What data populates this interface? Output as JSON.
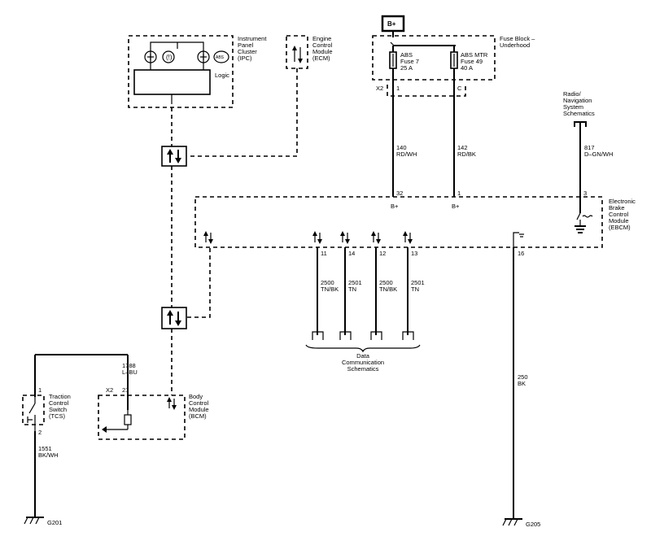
{
  "modules": {
    "ipc": {
      "lines": [
        "Instrument",
        "Panel",
        "Cluster",
        "(IPC)"
      ],
      "logic": "Logic",
      "abs_icon": "ABS"
    },
    "ecm": {
      "lines": [
        "Engine",
        "Control",
        "Module",
        "(ECM)"
      ]
    },
    "fuse_block": {
      "lines": [
        "Fuse Block –",
        "Underhood"
      ],
      "bplus": "B+"
    },
    "fuse7": {
      "lines": [
        "ABS",
        "Fuse 7",
        "25 A"
      ]
    },
    "fuse49": {
      "lines": [
        "ABS MTR",
        "Fuse 49",
        "40 A"
      ]
    },
    "radio": {
      "lines": [
        "Radio/",
        "Navigation",
        "System",
        "Schematics"
      ]
    },
    "ebcm": {
      "lines": [
        "Electronic",
        "Brake",
        "Control",
        "Module",
        "(EBCM)"
      ]
    },
    "bcm": {
      "lines": [
        "Body",
        "Control",
        "Module",
        "(BCM)"
      ]
    },
    "tcs": {
      "lines": [
        "Traction",
        "Control",
        "Switch",
        "(TCS)"
      ]
    },
    "data_comm": {
      "lines": [
        "Data",
        "Communication",
        "Schematics"
      ]
    }
  },
  "connectors": {
    "x2_fuse": "X2",
    "pin_1": "1",
    "pin_c": "C",
    "x2_bcm": "X2"
  },
  "wires": {
    "w140": {
      "num": "140",
      "color": "RD/WH",
      "pin": "32",
      "label": "B+"
    },
    "w142": {
      "num": "142",
      "color": "RD/BK",
      "pin": "1",
      "label": "B+"
    },
    "w817": {
      "num": "817",
      "color": "D–GN/WH",
      "pin": "3"
    },
    "w11": {
      "pin": "11",
      "num": "2500",
      "color": "TN/BK"
    },
    "w14": {
      "pin": "14",
      "num": "2501",
      "color": "TN"
    },
    "w12": {
      "pin": "12",
      "num": "2500",
      "color": "TN/BK"
    },
    "w13": {
      "pin": "13",
      "num": "2501",
      "color": "TN"
    },
    "w16": {
      "pin": "16"
    },
    "w250": {
      "num": "250",
      "color": "BK"
    },
    "w1788": {
      "num": "1788",
      "color": "L–BU",
      "pin": "21"
    },
    "w1551": {
      "num": "1551",
      "color": "BK/WH"
    },
    "tcs_pin1": "1",
    "tcs_pin2": "2"
  },
  "grounds": {
    "g201": "G201",
    "g205": "G205"
  }
}
